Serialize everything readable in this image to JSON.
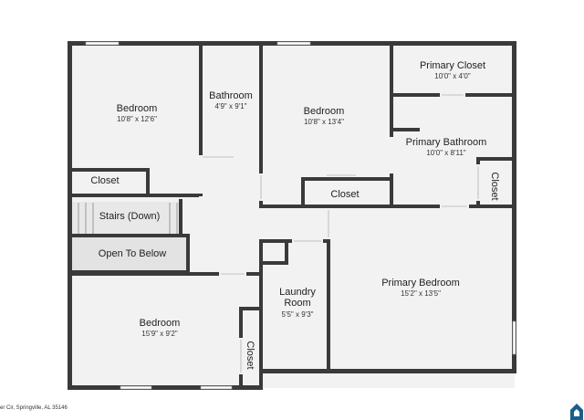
{
  "rooms": {
    "bedroom_1": {
      "name": "Bedroom",
      "dims": "10'8\" x 12'6\""
    },
    "bathroom": {
      "name": "Bathroom",
      "dims": "4'9\" x 9'1\""
    },
    "bedroom_2": {
      "name": "Bedroom",
      "dims": "10'8\" x 13'4\""
    },
    "primary_closet": {
      "name": "Primary Closet",
      "dims": "10'0\" x 4'0\""
    },
    "primary_bathroom": {
      "name": "Primary Bathroom",
      "dims": "10'0\" x 8'11\""
    },
    "closet_1": {
      "name": "Closet"
    },
    "closet_2": {
      "name": "Closet"
    },
    "closet_3": {
      "name": "Closet"
    },
    "closet_4": {
      "name": "Closet"
    },
    "stairs": {
      "name": "Stairs (Down)"
    },
    "open_below": {
      "name": "Open To Below"
    },
    "laundry": {
      "name_line1": "Laundry",
      "name_line2": "Room",
      "dims": "5'5\" x 9'3\""
    },
    "primary_bedroom": {
      "name": "Primary Bedroom",
      "dims": "15'2\" x 13'5\""
    },
    "bedroom_3": {
      "name": "Bedroom",
      "dims": "15'9\" x 9'2\""
    }
  },
  "caption": "er Cir, Springville, AL 35146",
  "colors": {
    "wall": "#3a3a3a",
    "floor": "#f2f2f2",
    "stairs_fill": "#e6e6e6",
    "open_below_fill": "#e3e3e3",
    "logo": "#1a5e8c"
  }
}
